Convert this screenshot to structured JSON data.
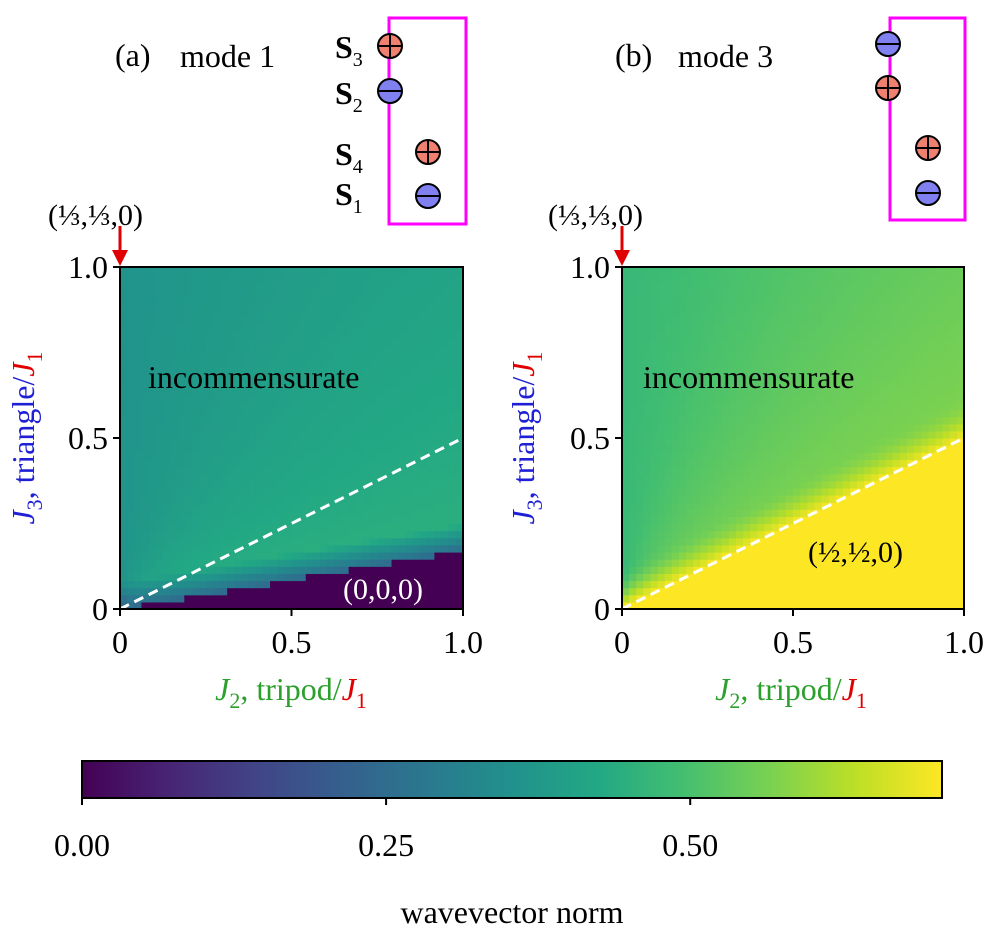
{
  "chart_data": [
    {
      "type": "heatmap",
      "panel": "(a)",
      "mode": "mode 1",
      "xlabel": {
        "var": "J",
        "sub": "2",
        "text": ", tripod/",
        "norm": "J",
        "normsub": "1"
      },
      "ylabel": {
        "var": "J",
        "sub": "3",
        "text": ", triangle/",
        "norm": "J",
        "normsub": "1"
      },
      "xlim": [
        0,
        1
      ],
      "ylim": [
        0,
        1
      ],
      "xticks": [
        "0",
        "0.5",
        "1.0"
      ],
      "yticks": [
        "0",
        "0.5",
        "1.0"
      ],
      "top_marker": "(⅓,⅓,0)",
      "region_labels": [
        "incommensurate",
        "(0,0,0)"
      ],
      "boundary_line": {
        "style": "dashed",
        "from": [
          0,
          0
        ],
        "to": [
          1,
          0.5
        ]
      },
      "spins": [
        {
          "label": "S",
          "sub": "3",
          "sign": "+"
        },
        {
          "label": "S",
          "sub": "2",
          "sign": "−"
        },
        {
          "label": "S",
          "sub": "4",
          "sign": "+"
        },
        {
          "label": "S",
          "sub": "1",
          "sign": "−"
        }
      ],
      "commensurate_boundary_slope": 0.17,
      "commensurate_value": 0.0,
      "incommensurate_value_range": [
        0.36,
        0.46
      ]
    },
    {
      "type": "heatmap",
      "panel": "(b)",
      "mode": "mode 3",
      "xlabel": {
        "var": "J",
        "sub": "2",
        "text": ", tripod/",
        "norm": "J",
        "normsub": "1"
      },
      "ylabel": {
        "var": "J",
        "sub": "3",
        "text": ", triangle/",
        "norm": "J",
        "normsub": "1"
      },
      "xlim": [
        0,
        1
      ],
      "ylim": [
        0,
        1
      ],
      "xticks": [
        "0",
        "0.5",
        "1.0"
      ],
      "yticks": [
        "0",
        "0.5",
        "1.0"
      ],
      "top_marker": "(⅓,⅓,0)",
      "region_labels": [
        "incommensurate",
        "(½,½,0)"
      ],
      "boundary_line": {
        "style": "dashed",
        "from": [
          0,
          0
        ],
        "to": [
          1,
          0.5
        ]
      },
      "spins": [
        {
          "label": "",
          "sub": "",
          "sign": "−"
        },
        {
          "label": "",
          "sub": "",
          "sign": "+"
        },
        {
          "label": "",
          "sub": "",
          "sign": "+"
        },
        {
          "label": "",
          "sub": "",
          "sign": "−"
        }
      ],
      "commensurate_boundary_slope": 0.5,
      "commensurate_value": 0.707,
      "incommensurate_value_range": [
        0.47,
        0.62
      ]
    }
  ],
  "colorbar": {
    "label": "wavevector norm",
    "colormap": "viridis",
    "range": [
      0,
      0.707
    ],
    "ticks": [
      {
        "value": 0.0,
        "label": "0.00"
      },
      {
        "value": 0.25,
        "label": "0.25"
      },
      {
        "value": 0.5,
        "label": "0.50"
      }
    ]
  },
  "colors": {
    "xlabel_var": "#2ca02c",
    "ylabel_var": "#1f1fd6",
    "norm_var": "#e00000",
    "arrow": "#e00000",
    "spin_box": "#ff00ff",
    "spin_plus": "#f08070",
    "spin_minus": "#8080f0",
    "boundary": "#ffffff"
  }
}
